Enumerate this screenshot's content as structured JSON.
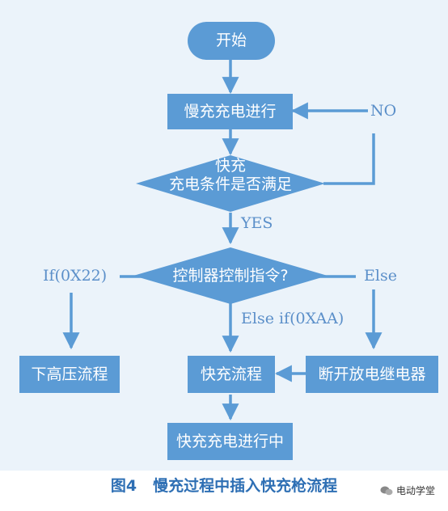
{
  "nodes": {
    "start": "开始",
    "slow_charging": "慢充充电进行",
    "condition_line1": "快充",
    "condition_line2": "充电条件是否满足",
    "control_check": "控制器控制指令?",
    "lower_hv": "下高压流程",
    "fast_flow": "快充流程",
    "disconnect_relay": "断开放电继电器",
    "fast_charging_in_progress": "快充充电进行中"
  },
  "edge_labels": {
    "no": "NO",
    "yes": "YES",
    "if_0x22": "If(0X22)",
    "else_if_0xaa": "Else if(0XAA)",
    "else": "Else"
  },
  "caption": {
    "figure": "图4",
    "title": "慢充过程中插入快充枪流程"
  },
  "watermark": "电动学堂",
  "colors": {
    "node_fill": "#5b9bd5",
    "arrow": "#5b9bd5",
    "label_text": "#5b8fc9",
    "background": "#ebf3fa"
  }
}
